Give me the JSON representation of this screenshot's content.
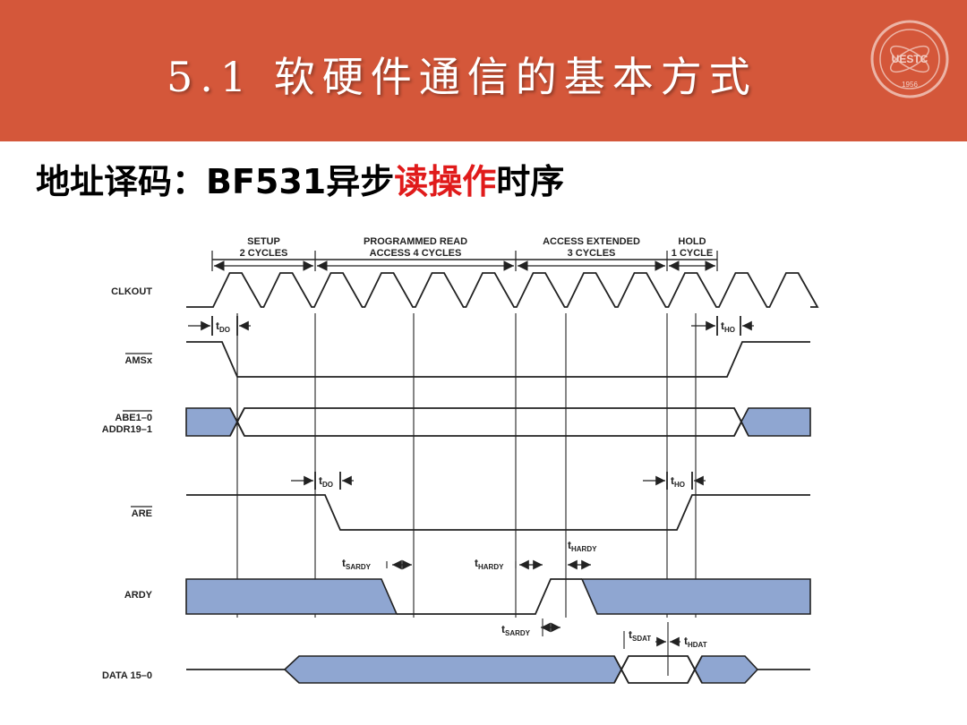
{
  "header": {
    "title": "5.1 软硬件通信的基本方式",
    "logo_text": "UESTC",
    "logo_year": "1956"
  },
  "subtitle": {
    "part1": "地址译码：BF531异步",
    "part2_highlight": "读操作",
    "part3": "时序"
  },
  "timing": {
    "phases": [
      {
        "line1": "SETUP",
        "line2": "2 CYCLES"
      },
      {
        "line1": "PROGRAMMED READ",
        "line2": "ACCESS 4 CYCLES"
      },
      {
        "line1": "ACCESS EXTENDED",
        "line2": "3 CYCLES"
      },
      {
        "line1": "HOLD",
        "line2": "1 CYCLE"
      }
    ],
    "signals": {
      "clkout": "CLKOUT",
      "amsx": "AMSx",
      "abe": "ABE1–0",
      "addr": "ADDR19–1",
      "are": "ARE",
      "ardy": "ARDY",
      "data": "DATA 15–0"
    },
    "params": {
      "t": "t",
      "do": "DO",
      "ho": "HO",
      "sardy": "SARDY",
      "hardy": "HARDY",
      "sdat": "SDAT",
      "hdat": "HDAT"
    },
    "colors": {
      "bus_fill": "#8fa6d1",
      "line": "#222222",
      "highlight": "#e01b1b",
      "banner": "#d4573a"
    }
  }
}
